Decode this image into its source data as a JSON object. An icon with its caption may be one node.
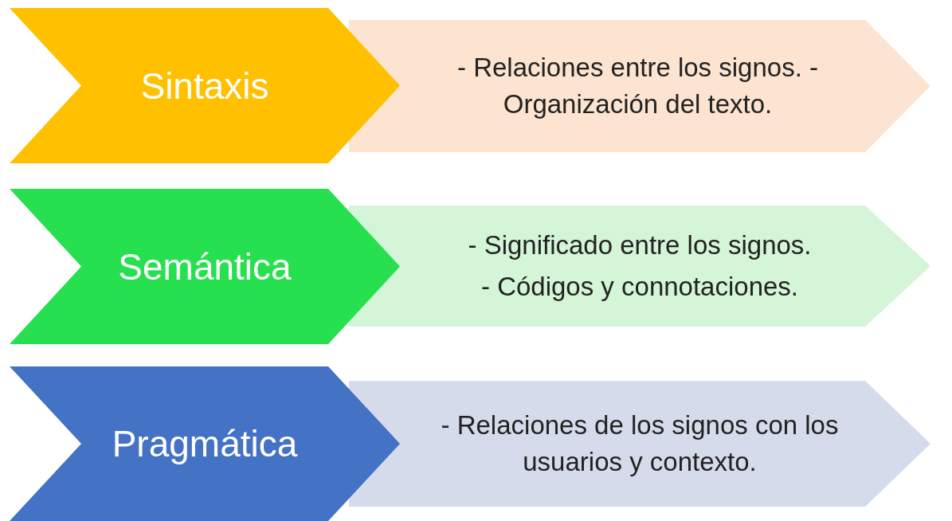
{
  "diagram": {
    "nodes": [
      {
        "text": [
          "Sintaxis"
        ]
      },
      {
        "text": [
          "- Relaciones entre los signos. - Organización del texto."
        ]
      },
      {
        "text": [
          "Semántica"
        ]
      },
      {
        "text": [
          "- Significado entre los signos.",
          "- Códigos y connotaciones."
        ]
      },
      {
        "text": [
          "Pragmática"
        ]
      },
      {
        "text": [
          "- Relaciones de los signos con los usuarios y contexto."
        ]
      }
    ]
  }
}
